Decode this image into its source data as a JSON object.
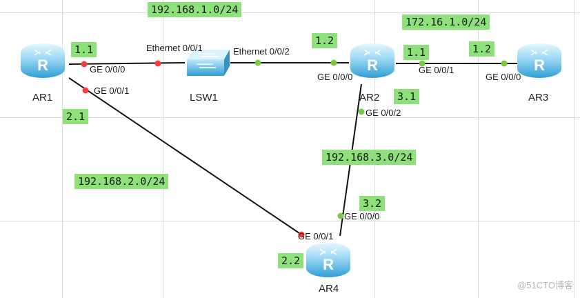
{
  "devices": {
    "ar1": {
      "label": "AR1",
      "icon": "router-icon"
    },
    "ar2": {
      "label": "AR2",
      "icon": "router-icon"
    },
    "ar3": {
      "label": "AR3",
      "icon": "router-icon"
    },
    "ar4": {
      "label": "AR4",
      "icon": "router-icon"
    },
    "lsw1": {
      "label": "LSW1",
      "icon": "switch-icon"
    }
  },
  "networks": {
    "net_192_168_1": "192.168.1.0/24",
    "net_172_16_1": "172.16.1.0/24",
    "net_192_168_2": "192.168.2.0/24",
    "net_192_168_3": "192.168.3.0/24"
  },
  "host_ids": {
    "ar1_g000": "1.1",
    "ar2_g000": "1.2",
    "ar2_g001": "1.1",
    "ar3_g000": "1.2",
    "ar2_g002": "3.1",
    "ar4_g000": "3.2",
    "ar1_g001": "2.1",
    "ar4_g001": "2.2"
  },
  "interfaces": {
    "ar1_g000": "GE 0/0/0",
    "ar1_g001": "GE 0/0/1",
    "lsw1_e1": "Ethernet 0/0/1",
    "lsw1_e2": "Ethernet 0/0/2",
    "ar2_g000": "GE 0/0/0",
    "ar2_g001": "GE 0/0/1",
    "ar2_g002": "GE 0/0/2",
    "ar3_g000": "GE 0/0/0",
    "ar4_g000": "GE 0/0/0",
    "ar4_g001": "GE 0/0/1"
  },
  "port_status_colors": {
    "up": "#7ac943",
    "down": "#ff3b3b"
  },
  "watermark": "@51CTO博客"
}
